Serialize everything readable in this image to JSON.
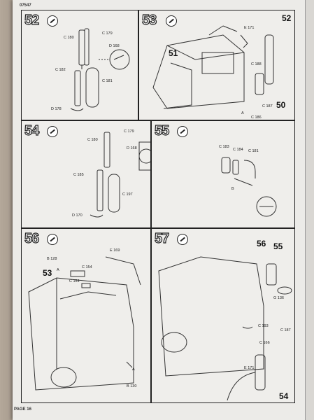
{
  "document": {
    "ref_number": "07547",
    "page_label": "PAGE 16"
  },
  "panels": [
    {
      "step": "52",
      "parts": [
        "C 180",
        "C 179",
        "D 168",
        "C 182",
        "C 181",
        "D 178"
      ]
    },
    {
      "step": "53",
      "parts": [
        "E 171",
        "C 188",
        "C 187",
        "A",
        "C 186"
      ],
      "assembly_numbers": [
        "52",
        "51",
        "50"
      ]
    },
    {
      "step": "54",
      "parts": [
        "C 180",
        "C 179",
        "D 168",
        "C 185",
        "C 197",
        "D 170"
      ]
    },
    {
      "step": "55",
      "parts": [
        "C 183",
        "C 184",
        "C 181",
        "B"
      ]
    },
    {
      "step": "56",
      "parts": [
        "B 128",
        "E 169",
        "A",
        "C 154",
        "C 154",
        "A",
        "B 130"
      ],
      "assembly_numbers": [
        "53"
      ]
    },
    {
      "step": "57",
      "parts": [
        "C 193",
        "C 187",
        "C 166",
        "E 171",
        "G 136"
      ],
      "assembly_numbers": [
        "56",
        "55",
        "54"
      ]
    }
  ]
}
